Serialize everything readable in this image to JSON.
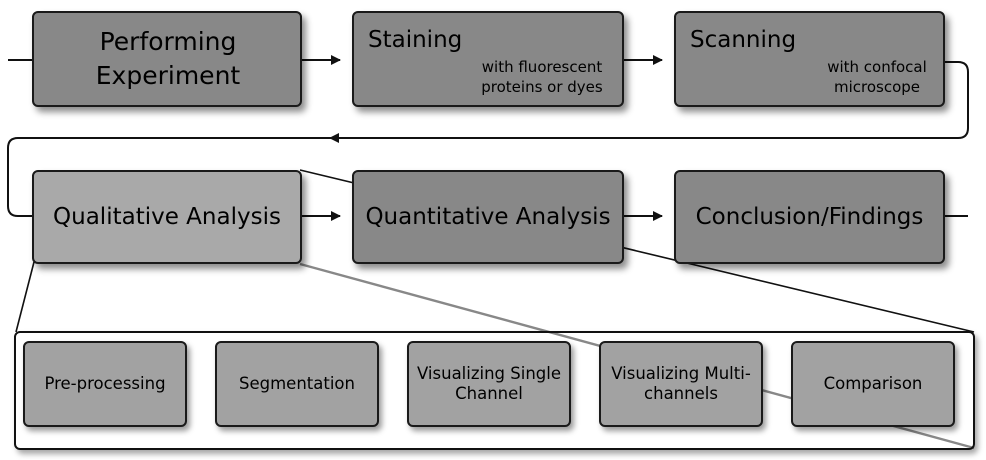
{
  "workflow": {
    "row1": {
      "performing": {
        "label": "Performing Experiment"
      },
      "staining": {
        "title": "Staining",
        "detail": "with fluorescent proteins or dyes"
      },
      "scanning": {
        "title": "Scanning",
        "detail": "with confocal microscope"
      }
    },
    "row2": {
      "qualitative": {
        "label": "Qualitative Analysis"
      },
      "quantitative": {
        "label": "Quantitative Analysis"
      },
      "conclusion": {
        "label": "Conclusion/Findings"
      }
    },
    "qualitative_steps": [
      {
        "label": "Pre-processing"
      },
      {
        "label": "Segmentation"
      },
      {
        "label": "Visualizing Single Channel"
      },
      {
        "label": "Visualizing Multi-channels"
      },
      {
        "label": "Comparison"
      }
    ]
  },
  "colors": {
    "dark_box": "#888888",
    "light_box": "#a9a9a9",
    "outline": "#1a1a1a"
  }
}
